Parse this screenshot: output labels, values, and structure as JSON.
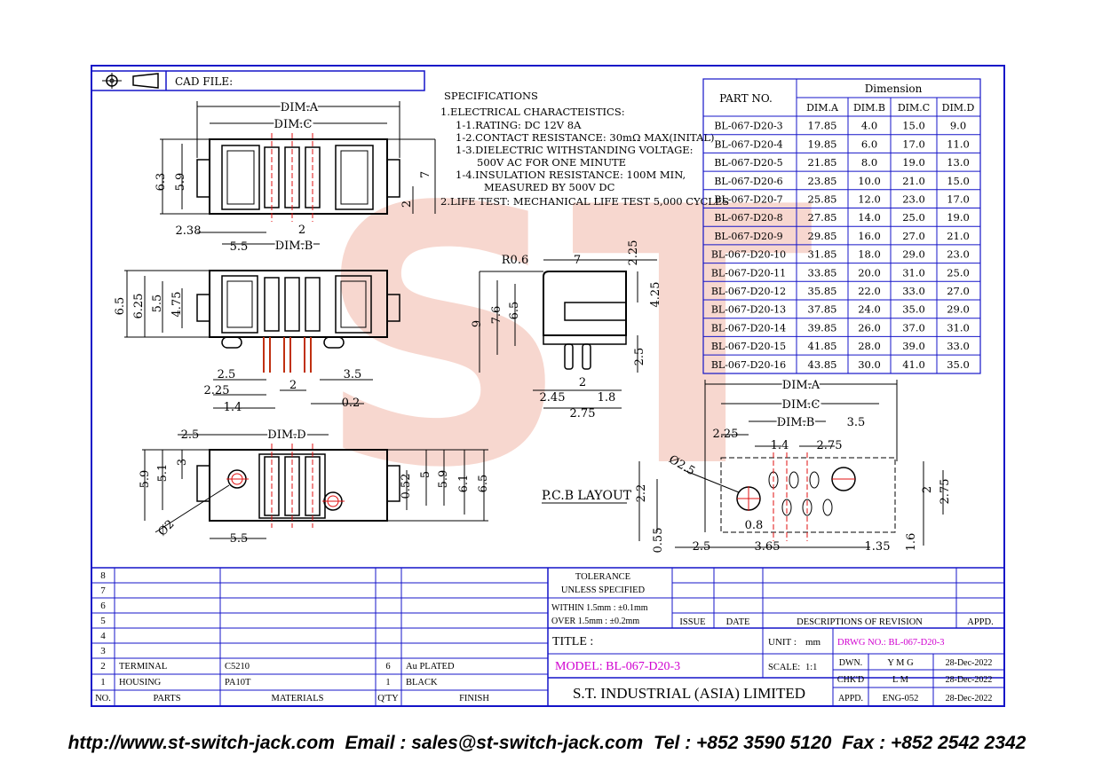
{
  "header": {
    "cad_label": "CAD FILE:"
  },
  "specs": {
    "title": "SPECIFICATIONS",
    "lines": [
      "1.ELECTRICAL CHARACTEISTICS:",
      "1-1.RATING: DC 12V 8A",
      "1-2.CONTACT RESISTANCE: 30mΩ MAX(INITAL)",
      "1-3.DIELECTRIC WITHSTANDING VOLTAGE:",
      "500V AC FOR ONE MINUTE",
      "1-4.INSULATION RESISTANCE: 100M MIN,",
      "MEASURED BY 500V DC",
      "2.LIFE TEST: MECHANICAL LIFE TEST 5,000 CYCLES"
    ]
  },
  "dim_table": {
    "part_header": "PART NO.",
    "group_header": "Dimension",
    "columns": [
      "DIM.A",
      "DIM.B",
      "DIM.C",
      "DIM.D"
    ],
    "rows": [
      [
        "BL-067-D20-3",
        "17.85",
        "4.0",
        "15.0",
        "9.0"
      ],
      [
        "BL-067-D20-4",
        "19.85",
        "6.0",
        "17.0",
        "11.0"
      ],
      [
        "BL-067-D20-5",
        "21.85",
        "8.0",
        "19.0",
        "13.0"
      ],
      [
        "BL-067-D20-6",
        "23.85",
        "10.0",
        "21.0",
        "15.0"
      ],
      [
        "BL-067-D20-7",
        "25.85",
        "12.0",
        "23.0",
        "17.0"
      ],
      [
        "BL-067-D20-8",
        "27.85",
        "14.0",
        "25.0",
        "19.0"
      ],
      [
        "BL-067-D20-9",
        "29.85",
        "16.0",
        "27.0",
        "21.0"
      ],
      [
        "BL-067-D20-10",
        "31.85",
        "18.0",
        "29.0",
        "23.0"
      ],
      [
        "BL-067-D20-11",
        "33.85",
        "20.0",
        "31.0",
        "25.0"
      ],
      [
        "BL-067-D20-12",
        "35.85",
        "22.0",
        "33.0",
        "27.0"
      ],
      [
        "BL-067-D20-13",
        "37.85",
        "24.0",
        "35.0",
        "29.0"
      ],
      [
        "BL-067-D20-14",
        "39.85",
        "26.0",
        "37.0",
        "31.0"
      ],
      [
        "BL-067-D20-15",
        "41.85",
        "28.0",
        "39.0",
        "33.0"
      ],
      [
        "BL-067-D20-16",
        "43.85",
        "30.0",
        "41.0",
        "35.0"
      ]
    ]
  },
  "dims": {
    "top": {
      "dima": "DIM.A",
      "dimc": "DIM.C",
      "h63": "6.3",
      "h59": "5.9",
      "h7": "7",
      "h2": "2",
      "w238": "2.38",
      "w55": "5.5",
      "w2": "2",
      "dimb": "DIM.B"
    },
    "front": {
      "h65": "6.5",
      "h625": "6.25",
      "h55": "5.5",
      "h475": "4.75",
      "w25": "2.5",
      "w2": "2",
      "w35": "3.5",
      "w225": "2.25",
      "w14": "1.4",
      "w02": "0.2"
    },
    "side": {
      "r06": "R0.6",
      "w7": "7",
      "h225": "2.25",
      "h425": "4.25",
      "h9": "9",
      "h76": "7.6",
      "h65": "6.5",
      "h25": "2.5",
      "w2": "2",
      "w245": "2.45",
      "w18": "1.8",
      "w275": "2.75"
    },
    "bottom": {
      "w25": "2.5",
      "dimd": "DIM.D",
      "h59": "5.9",
      "h51": "5.1",
      "h3": "3",
      "h052": "0.52",
      "h5": "5",
      "h59b": "5.9",
      "h61": "6.1",
      "h65": "6.5",
      "phi2": "Ø2",
      "w55": "5.5"
    },
    "pcb": {
      "title": "P.C.B LAYOUT",
      "dima": "DIM.A",
      "dimc": "DIM.C",
      "dimb": "DIM.B",
      "w35": "3.5",
      "w225": "2.25",
      "w14": "1.4",
      "w275": "2.75",
      "phi25": "Ø2.5",
      "h22": "2.2",
      "h2": "2",
      "h275": "2.75",
      "w08": "0.8",
      "h055": "0.55",
      "w25": "2.5",
      "w365": "3.65",
      "w135": "1.35",
      "h16": "1.6"
    }
  },
  "bom": {
    "row_numbers": [
      "8",
      "7",
      "6",
      "5",
      "4",
      "3",
      "2",
      "1"
    ],
    "items": [
      {
        "no": "2",
        "part": "TERMINAL",
        "material": "C5210",
        "qty": "6",
        "finish": "Au PLATED"
      },
      {
        "no": "1",
        "part": "HOUSING",
        "material": "PA10T",
        "qty": "1",
        "finish": "BLACK"
      }
    ],
    "headers": {
      "no": "NO.",
      "parts": "PARTS",
      "materials": "MATERIALS",
      "qty": "Q'TY",
      "finish": "FINISH"
    }
  },
  "title_block": {
    "tolerance": "TOLERANCE",
    "unless": "UNLESS   SPECIFIED",
    "within": "WITHIN  1.5mm  : ±0.1mm",
    "over": "OVER    1.5mm  : ±0.2mm",
    "issue": "ISSUE",
    "date": "DATE",
    "desc_rev": "DESCRIPTIONS  OF  REVISION",
    "appd": "APPD.",
    "title_label": "TITLE :",
    "unit_label": "UNIT :",
    "unit_value": "mm",
    "drwg_no": "DRWG NO.: BL-067-D20-3",
    "model": "MODEL: BL-067-D20-3",
    "scale_label": "SCALE:",
    "scale_value": "1:1",
    "company": "S.T.  INDUSTRIAL  (ASIA)  LIMITED",
    "signoff": [
      {
        "role": "DWN.",
        "name": "Y M G",
        "date": "28-Dec-2022"
      },
      {
        "role": "CHK'D",
        "name": "L M",
        "date": "28-Dec-2022"
      },
      {
        "role": "APPD.",
        "name": "ENG-052",
        "date": "28-Dec-2022"
      }
    ]
  },
  "watermark": "ST",
  "footer": "http://www.st-switch-jack.com  Email : sales@st-switch-jack.com  Tel : +852 3590 5120  Fax : +852 2542 2342"
}
